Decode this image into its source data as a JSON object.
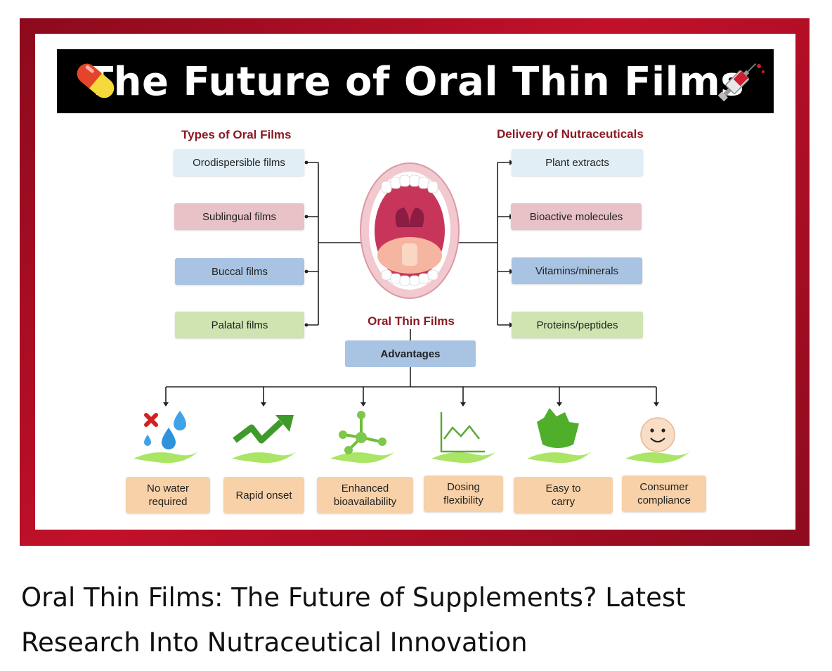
{
  "banner": {
    "title": "The Future of Oral Thin Films",
    "left_icon": "pill-capsule-icon",
    "right_icon": "syringe-icon"
  },
  "left_column": {
    "heading": "Types of Oral Films",
    "items": [
      {
        "label": "Orodispersible films",
        "color": "#e1eef6"
      },
      {
        "label": "Sublingual films",
        "color": "#e8c2c6"
      },
      {
        "label": "Buccal films",
        "color": "#a9c3e3"
      },
      {
        "label": "Palatal films",
        "color": "#cfe4b0"
      }
    ]
  },
  "right_column": {
    "heading": "Delivery of Nutraceuticals",
    "items": [
      {
        "label": "Plant extracts",
        "color": "#e1eef6"
      },
      {
        "label": "Bioactive molecules",
        "color": "#e8c2c6"
      },
      {
        "label": "Vitamins/minerals",
        "color": "#a9c3e3"
      },
      {
        "label": "Proteins/peptides",
        "color": "#cfe4b0"
      }
    ]
  },
  "center": {
    "image": "open-mouth-icon",
    "label": "Oral Thin Films",
    "advantages_label": "Advantages"
  },
  "advantages": [
    {
      "label": "No water\nrequired",
      "icon": "no-water-icon"
    },
    {
      "label": "Rapid onset",
      "icon": "rising-arrow-icon"
    },
    {
      "label": "Enhanced\nbioavailability",
      "icon": "molecule-icon"
    },
    {
      "label": "Dosing\nflexibility",
      "icon": "line-graph-icon"
    },
    {
      "label": "Easy to\ncarry",
      "icon": "leaf-packet-icon"
    },
    {
      "label": "Consumer\ncompliance",
      "icon": "smiley-face-icon"
    }
  ],
  "caption": "Oral Thin Films: The Future of Supplements? Latest Research Into Nutraceutical Innovation",
  "colors": {
    "frame": "#b0102a",
    "heading": "#8a1a24",
    "advantage_box": "#f8d1a8"
  }
}
